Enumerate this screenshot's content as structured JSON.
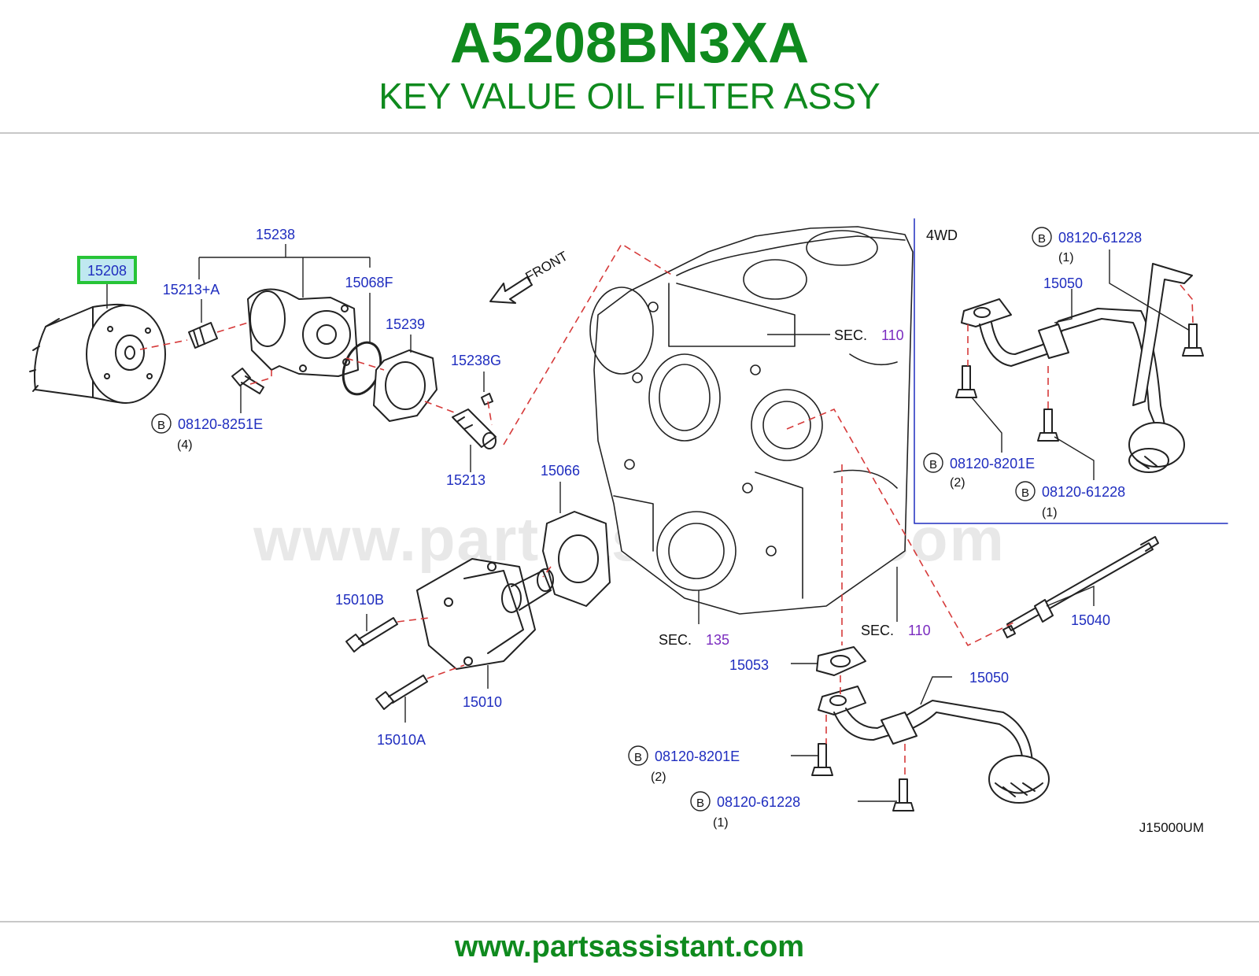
{
  "header": {
    "part_code": "A5208BN3XA",
    "part_name": "KEY VALUE OIL FILTER ASSY"
  },
  "footer": {
    "url": "www.partsassistant.com"
  },
  "watermark": "www.partsassistant.com",
  "colors": {
    "brand_green": "#0f8a1e",
    "label_blue": "#1f2dbf",
    "section_purple": "#7a2bbf",
    "highlight_green": "#27c437",
    "highlight_fill": "#bfe8f0",
    "dash_red": "#d63a3a",
    "line_dark": "#222222"
  },
  "diagram": {
    "drawing_code": "J15000UM",
    "front_label": "FRONT",
    "fourwd_label": "4WD",
    "highlighted_part": "15208",
    "bolt_symbol": "B",
    "parts": {
      "p15208": "15208",
      "p15238": "15238",
      "p15213a": "15213+A",
      "p15068f": "15068F",
      "p15239": "15239",
      "p15238g": "15238G",
      "p15213": "15213",
      "p15066": "15066",
      "p15010b": "15010B",
      "p15010": "15010",
      "p15010a": "15010A",
      "p15053": "15053",
      "p15050": "15050",
      "p15040": "15040",
      "p15050_4wd": "15050"
    },
    "bolts": {
      "b1": {
        "code": "08120-8251E",
        "qty": "(4)"
      },
      "b2": {
        "code": "08120-8201E",
        "qty": "(2)"
      },
      "b3": {
        "code": "08120-61228",
        "qty": "(1)"
      },
      "b4": {
        "code": "08120-61228",
        "qty": "(1)"
      },
      "b5": {
        "code": "08120-8201E",
        "qty": "(2)"
      },
      "b6": {
        "code": "08120-61228",
        "qty": "(1)"
      }
    },
    "sections": {
      "s1": {
        "prefix": "SEC.",
        "num": "110"
      },
      "s2": {
        "prefix": "SEC.",
        "num": "135"
      },
      "s3": {
        "prefix": "SEC.",
        "num": "110"
      }
    }
  }
}
